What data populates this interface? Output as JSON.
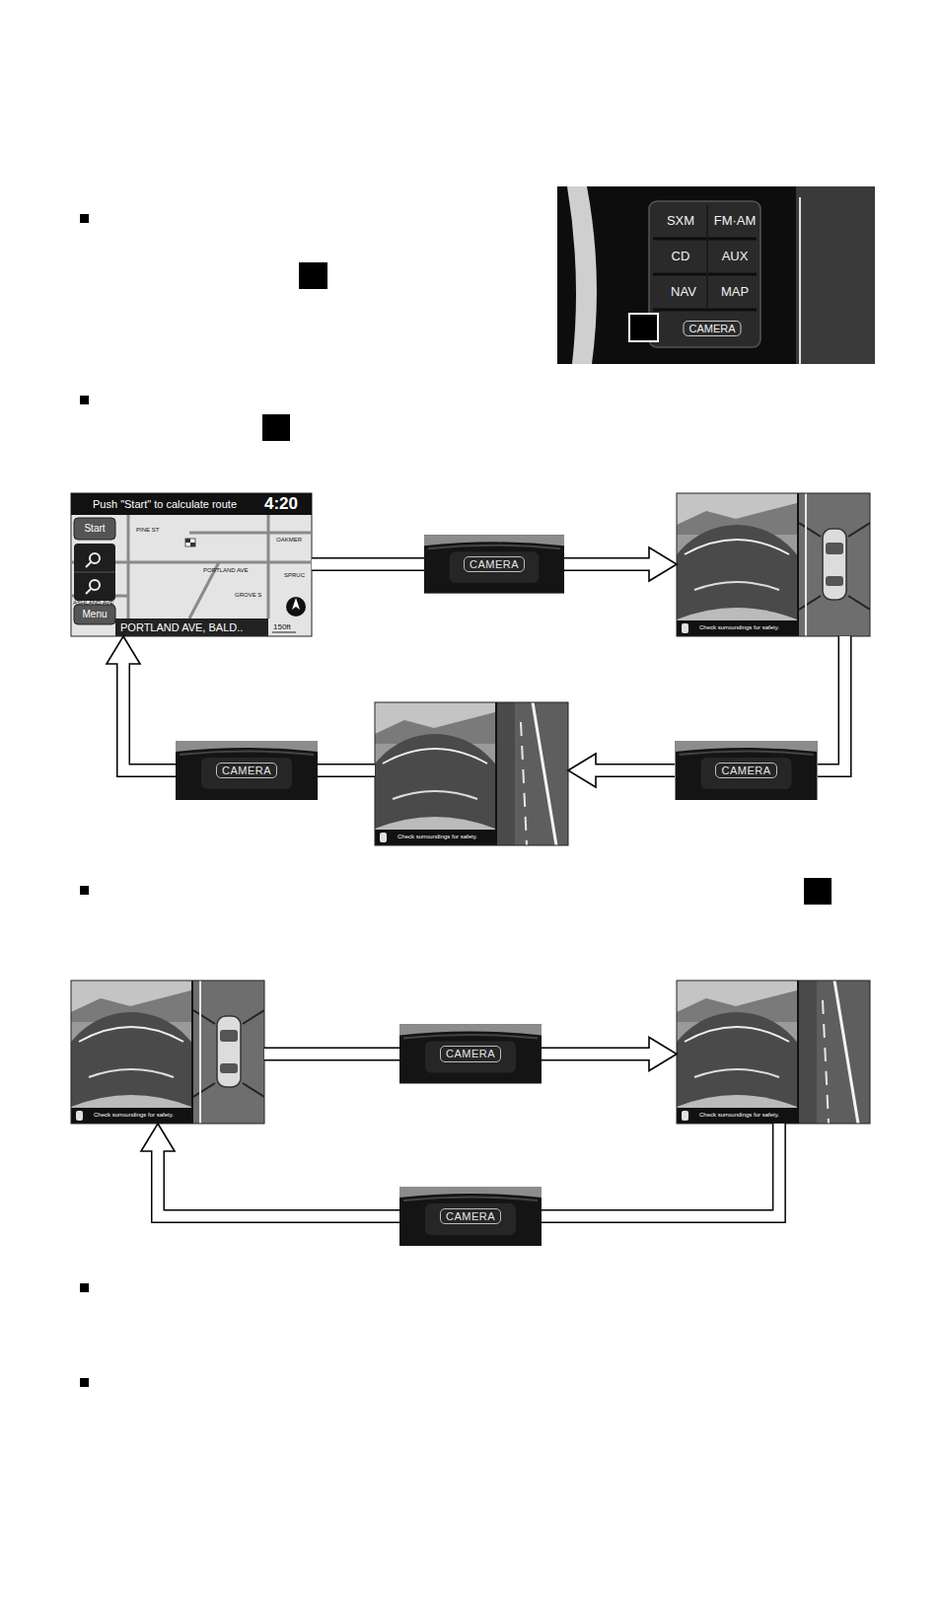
{
  "diagram": {
    "nodes": [
      {
        "text": [
          "Push \"Start\" to calculate route",
          "4:20",
          "Start",
          "PINE ST",
          "OAKMER",
          "PORTLAND AVE",
          "SPRUC",
          "GROVE S",
          "ASHLAND AVE",
          "Menu",
          "PORTLAND AVE, BALD..",
          "150ft"
        ]
      },
      {
        "text": [
          "CAMERA"
        ]
      },
      {
        "text": [
          "Check surroundings for safety."
        ]
      },
      {
        "text": [
          "CAMERA"
        ]
      },
      {
        "text": [
          "Check surroundings for safety."
        ]
      },
      {
        "text": [
          "CAMERA"
        ]
      },
      {
        "text": [
          "Check surroundings for safety."
        ]
      },
      {
        "text": [
          "CAMERA"
        ]
      },
      {
        "text": [
          "Check surroundings for safety."
        ]
      },
      {
        "text": [
          "CAMERA"
        ]
      }
    ],
    "edges": [
      {
        "from": 0,
        "to": 1,
        "arrow": "none"
      },
      {
        "from": 1,
        "to": 2,
        "arrow": "to"
      },
      {
        "from": 2,
        "to": 3,
        "arrow": "none"
      },
      {
        "from": 3,
        "to": 4,
        "arrow": "to"
      },
      {
        "from": 4,
        "to": 5,
        "arrow": "none"
      },
      {
        "from": 5,
        "to": 0,
        "arrow": "to"
      },
      {
        "from": 6,
        "to": 7,
        "arrow": "none"
      },
      {
        "from": 7,
        "to": 8,
        "arrow": "to"
      },
      {
        "from": 8,
        "to": 9,
        "arrow": "none"
      },
      {
        "from": 9,
        "to": 6,
        "arrow": "to"
      }
    ],
    "labels": [
      "SXM",
      "FM·AM",
      "CD",
      "AUX",
      "NAV",
      "MAP",
      "CAMERA"
    ]
  }
}
